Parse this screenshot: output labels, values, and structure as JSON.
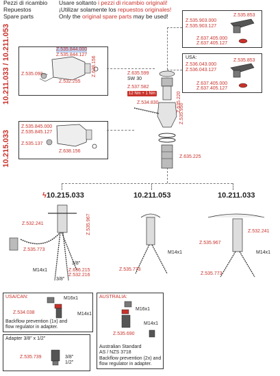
{
  "header": {
    "it_line": "Pezzi di ricambio",
    "es_line": "Repuestos",
    "en_line": "Spare parts",
    "it_pre": "Usare soltanto ",
    "it_red": "i pezzi di ricambio originali!",
    "es_pre": "¡Utilizar solamente los ",
    "es_red": "repuestos originales!",
    "en_pre": "Only the ",
    "en_red": "original spare parts",
    "en_post": " may be used!"
  },
  "left_vertical": {
    "top": "10.211.033 / 10.211.053",
    "bottom": "10.215.033"
  },
  "box_spray1": {
    "code1": "Z.535.844.000",
    "code2": "Z.535.844.127",
    "code3": "Z.535.092",
    "code4": "Z.532.255",
    "code5": "Z.638.156"
  },
  "box_spray2": {
    "code1": "Z.535.845.000",
    "code2": "Z.535.845.127",
    "code3": "Z.535.137",
    "code4": "Z.638.156"
  },
  "box_handle1": {
    "code1": "Z.535.903.000",
    "code2": "Z.535.903.127",
    "code3": "Z.535.853",
    "code4": "Z.637.405.000",
    "code5": "Z.637.405.127"
  },
  "box_handle2": {
    "usa": "USA:",
    "code1": "Z.536.043.000",
    "code2": "Z.536.043.127",
    "code3": "Z.535.853",
    "code4": "Z.637.405.000",
    "code5": "Z.637.405.127"
  },
  "center": {
    "c1": "Z.635.599",
    "sw": "SW 30",
    "c2": "Z.537.582",
    "torque": "12 Nm + 1 Nm",
    "c3": "Z.534.830",
    "c4": "Z.635.220",
    "c5": "Z.535.950",
    "c6": "Z.635.225"
  },
  "models": {
    "m1": "10.215.033",
    "m2": "10.211.053",
    "m3": "10.211.033"
  },
  "col1": {
    "c1": "Z.532.241",
    "c2": "Z.535.967",
    "c3": "Z.535.773",
    "m14": "M14x1",
    "a38": "3/8\"",
    "c4": "Z.636.215",
    "c5": "Z.532.216",
    "b38": "3/8\""
  },
  "col2": {
    "m14": "M14x1",
    "c1": "Z.535.773"
  },
  "col3": {
    "c1": "Z.532.241",
    "c2": "Z.535.967",
    "m14": "M14x1",
    "c3": "Z.535.773"
  },
  "usa_box": {
    "title": "USA/CAN:",
    "m16": "M16x1",
    "code": "Z.534.038",
    "m14": "M14x1",
    "note1": "Backflow prevention (1x) and",
    "note2": "flow regulator in adapter."
  },
  "aus_box": {
    "title": "AUSTRALIA:",
    "m16": "M16x1",
    "m14": "M14x1",
    "code": "Z.535.690",
    "std1": "Australian Standard",
    "std2": "AS / NZS 3718",
    "note1": "Backflow prevention (2x) and",
    "note2": "flow regulator in adapter."
  },
  "adapter_box": {
    "title": "Adapter 3/8\" x 1/2\"",
    "code": "Z.535.739",
    "a": "3/8\"",
    "b": "1/2\""
  },
  "colors": {
    "accent_red": "#c8322b",
    "line": "#333333",
    "highlight": "#bfd2ef"
  }
}
